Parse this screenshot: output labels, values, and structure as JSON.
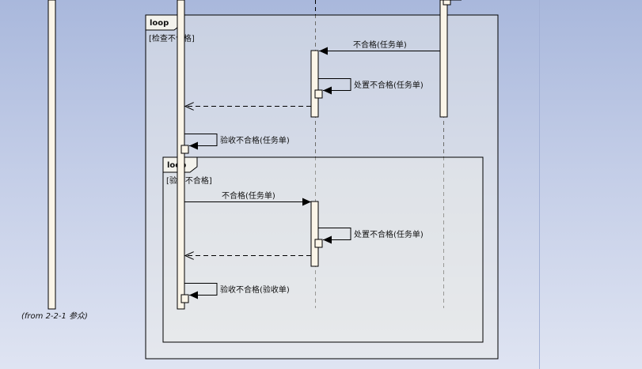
{
  "diagram": {
    "outer_loop": {
      "tag": "loop",
      "guard": "[检查不合格]"
    },
    "inner_loop": {
      "tag": "loop",
      "guard": "[验收不合格]"
    },
    "messages": {
      "m1": "不合格(任务单)",
      "m2": "处置不合格(任务单)",
      "m3": "验收不合格(任务单)",
      "m4": "不合格(任务单)",
      "m5": "处置不合格(任务单)",
      "m6": "验收不合格(验收单)"
    },
    "from_note": "(from 2-2-1 参众)"
  },
  "colors": {
    "activation_fill": "#fbf5e8",
    "line": "#000000",
    "frame_fill": "#f3f2ec",
    "guide_line": "#a3b1d6"
  }
}
